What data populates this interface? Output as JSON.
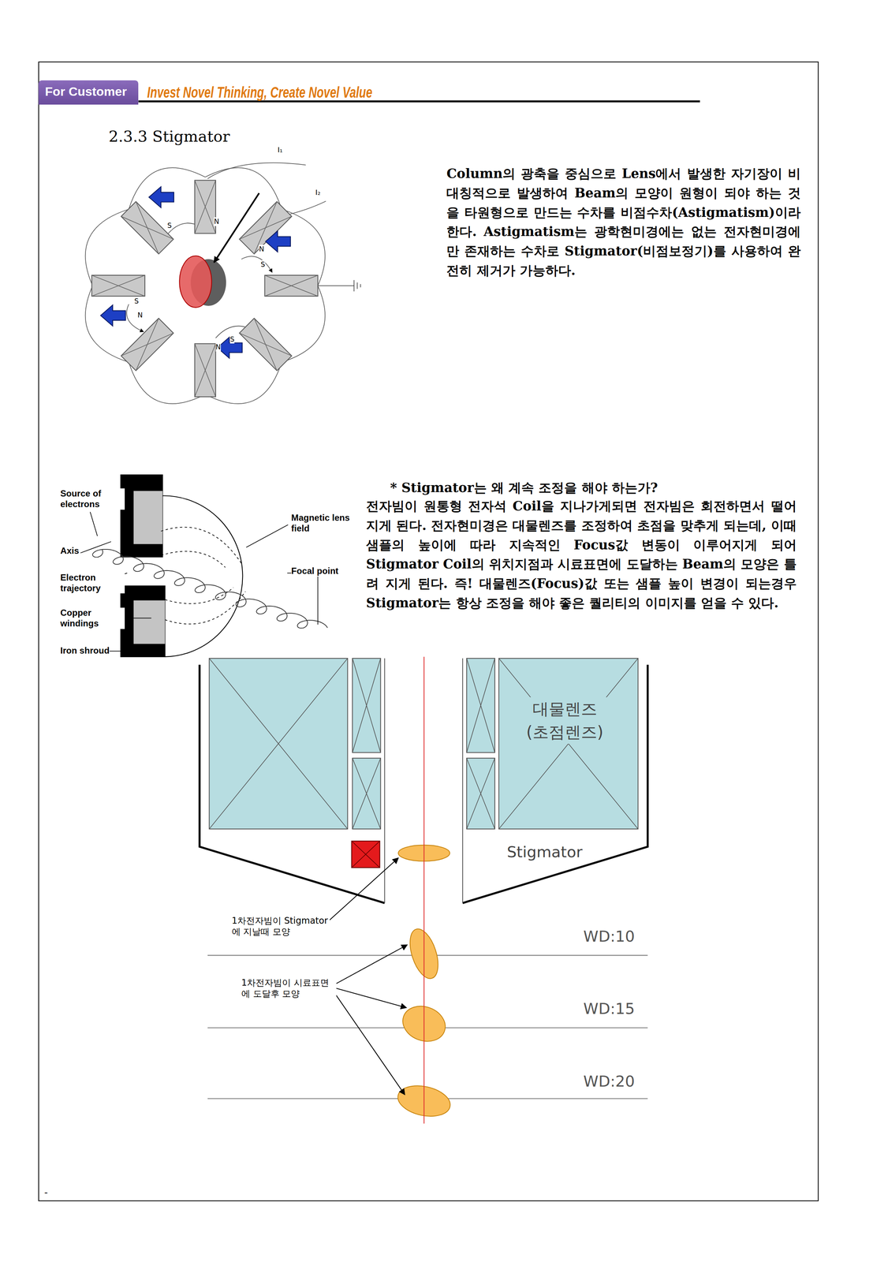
{
  "diagram": {
    "title": "2.3.3 Stigmator",
    "nodes": [
      {
        "text": [
          "For Customer"
        ]
      },
      {
        "text": [
          "대물렌즈 (초점렌즈)"
        ]
      },
      {
        "text": [
          "Stigmator"
        ]
      }
    ],
    "labels": [
      "Invest Novel Thinking, Create Novel Value",
      "I₁",
      "I₂",
      "S",
      "N",
      "N",
      "S",
      "S",
      "N",
      "N",
      "S",
      "Column의 광축을 중심으로 Lens에서 발생한 자기장이 비대칭적으로 발생하여 Beam의 모양이 원형이 되야 하는 것을 타원형으로 만드는 수차를 비점수차(Astigmatism)이라 한다. Astigmatism는 광학현미경에는 없는 전자현미경에만 존재하는 수차로 Stigmator(비점보정기)를 사용하여 완전히 제거가 가능하다.",
      "Source of electrons",
      "Axis",
      "Electron trajectory",
      "Copper windings",
      "Iron shroud",
      "Magnetic lens field",
      "Focal point",
      "* Stigmator는 왜 계속 조정을 해야 하는가?",
      "전자빔이 원통형 전자석 Coil을 지나가게되면 전자빔은 회전하면서 떨어지게 된다. 전자현미경은 대물렌즈를 조정하여 초점을 맞추게 되는데, 이때 샘플의 높이에 따라 지속적인 Focus값 변동이 이루어지게 되어 Stigmator Coil의 위치지점과 시료표면에 도달하는 Beam의 모양은 틀려 지게 된다. 즉! 대물렌즈(Focus)값 또는 샘플 높이 변경이 되는경우 Stigmator는 항상 조정을 해야 좋은 퀄리티의 이미지를 얻을 수 있다.",
      "1차전자빔이 Stigmator 에 지날때 모양",
      "WD:10",
      "1차전자빔이 시료표면 에 도달후 모양",
      "WD:15",
      "WD:20",
      "-"
    ]
  }
}
